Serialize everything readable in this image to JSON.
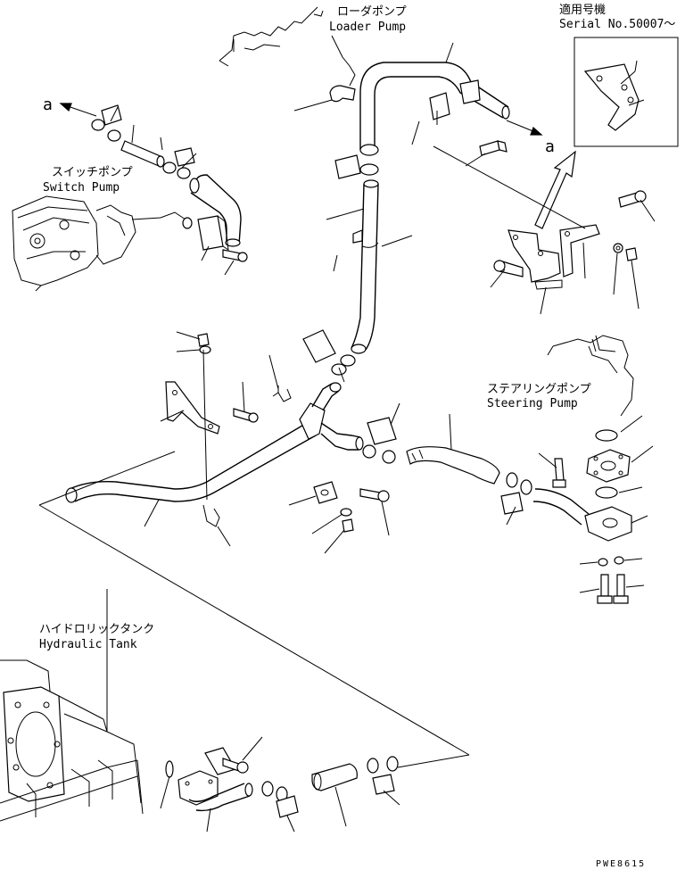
{
  "labels": {
    "loader_pump_jp": "ローダポンプ",
    "loader_pump_en": "Loader Pump",
    "switch_pump_jp": "スイッチポンプ",
    "switch_pump_en": "Switch Pump",
    "steering_pump_jp": "ステアリングポンプ",
    "steering_pump_en": "Steering Pump",
    "hydraulic_tank_jp": "ハイドロリックタンク",
    "hydraulic_tank_en": "Hydraulic Tank",
    "applicable_model_jp": "適用号機",
    "serial_no": "Serial No.50007〜",
    "ref_a_left": "a",
    "ref_a_right": "a",
    "drawing_code": "PWE8615"
  }
}
